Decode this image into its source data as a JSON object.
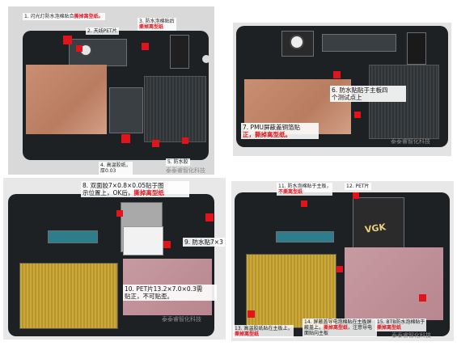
{
  "panel1": {
    "label1a": "1. 闪光灯防水泡棉贴合",
    "label1b": "撕掉离型纸。",
    "label2": "2. 天线PET片",
    "label3a": "3. 防水泡棉贴后",
    "label3b": "撕掉离型纸",
    "label4a": "4. 高温胶纸，",
    "label4b": "厚0.03",
    "label5": "5. 防水胶",
    "watermark": "泰泰睿智化科技"
  },
  "panel2": {
    "label6a": "6. 防水贴贴于主板四",
    "label6b": "个测试点上",
    "label7a": "7. PMU屏蔽盖铜箔贴",
    "label7b": "正，撕掉离型纸。",
    "watermark": "泰泰睿智化科技"
  },
  "panel3": {
    "label8a": "8. 双面胶7×0.8×0.05贴于图",
    "label8b": "示位置上，OK后，",
    "label8c": "撕掉离型纸",
    "label9": "9. 防水贴7×3",
    "label10a": "10. PET片13.2×7.0×0.3需",
    "label10b": "贴正，不可贴歪。",
    "watermark": "泰泰睿智化科技"
  },
  "panel4": {
    "label11a": "11. 防水泡棉贴于主板，",
    "label11b": "不撕离型纸",
    "label12": "12. PET片",
    "label13a": "13. 高温胶纸贴在主板上，",
    "label13b": "撕掉离型纸",
    "label14a": "14. 屏蔽盖导电泡棉贴在主板",
    "label14b": "屏蔽盖上，",
    "label14c": "撕掉离型纸",
    "label14d": "，注意",
    "label14e": "导电面贴向主板",
    "label15a": "15. BTB防水泡棉贴于",
    "label15b": "撕掉离型纸",
    "simcard": "VGK",
    "watermark": "泰泰睿智化科技"
  }
}
